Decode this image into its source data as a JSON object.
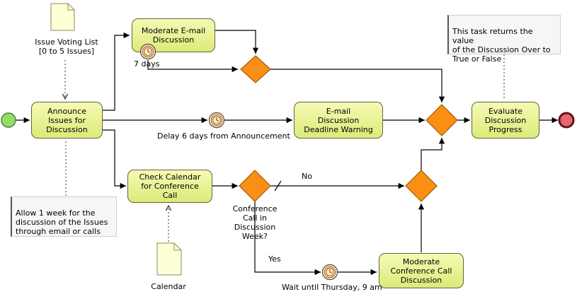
{
  "tasks": {
    "announce": "Announce\nIssues for\nDiscussion",
    "moderate_email": "Moderate E-mail\nDiscussion",
    "email_warning": "E-mail\nDiscussion\nDeadline Warning",
    "evaluate": "Evaluate\nDiscussion\nProgress",
    "check_calendar": "Check Calendar\nfor Conference\nCall",
    "moderate_conference": "Moderate\nConference Call\nDiscussion"
  },
  "labels": {
    "seven_days": "7 days",
    "delay_6_days": "Delay 6 days from Announcement",
    "no": "No",
    "yes": "Yes",
    "wait_until": "Wait until Thursday, 9 am",
    "conference_question": "Conference\nCall in\nDiscussion\nWeek?",
    "issue_voting_list": "Issue Voting List\n[0 to 5 Issues]",
    "calendar": "Calendar"
  },
  "annotations": {
    "evaluate_note": "This task returns the value\nof the Discussion Over to\nTrue or False",
    "announce_note": "Allow 1 week for the\ndiscussion of the Issues\nthrough email or calls"
  },
  "icons": {
    "timer": "clock-face-timer",
    "document": "folded-page-document",
    "gateway": "orange-diamond",
    "default_flow": "slash-marker"
  },
  "colors": {
    "task_fill_top": "#f6fab5",
    "task_fill_bottom": "#dcea79",
    "task_border": "#63633f",
    "gateway_fill": "#fb8e14",
    "gateway_border": "#9c5d05",
    "start_event_fill": "#94dc66",
    "start_event_border": "#4c7a33",
    "end_event_fill": "#e4696e",
    "end_event_border": "#641317",
    "timer_ring": "#7a4f21",
    "timer_face": "#c07c2a",
    "document_fill": "#ffffd6",
    "document_border": "#8a8a66",
    "annotation_fill": "#f6f6f6",
    "flow_line": "#000000"
  }
}
